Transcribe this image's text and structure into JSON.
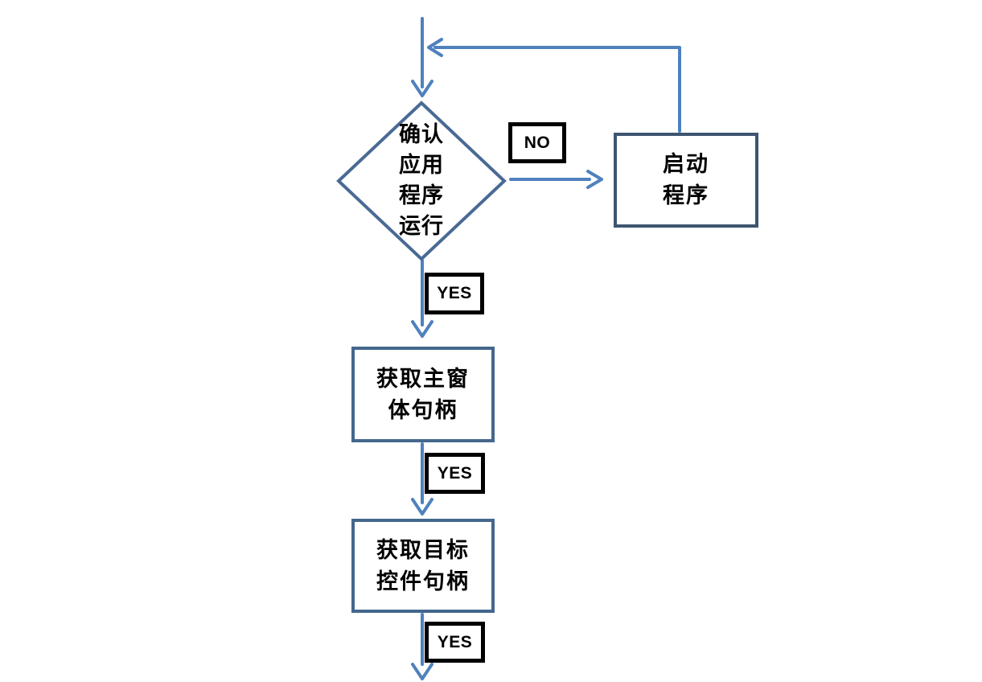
{
  "diagram": {
    "colors": {
      "background": "#ffffff",
      "connector": "#4f81bd",
      "decision_border": "#4a6a94",
      "process_border": "#44678d",
      "start_border": "#3d5570",
      "label_border": "#000000",
      "text": "#000000"
    },
    "nodes": {
      "decision": {
        "text": "确认应用程序运行",
        "lines": [
          "确认",
          "应用",
          "程序",
          "运行"
        ]
      },
      "start_program": {
        "text": "启动程序",
        "lines": [
          "启动",
          "程序"
        ]
      },
      "get_main_window_handle": {
        "text": "获取主窗体句柄",
        "lines": [
          "获取主窗",
          "体句柄"
        ]
      },
      "get_target_control_handle": {
        "text": "获取目标控件句柄",
        "lines": [
          "获取目标",
          "控件句柄"
        ]
      }
    },
    "labels": {
      "no": "NO",
      "yes_1": "YES",
      "yes_2": "YES",
      "yes_3": "YES"
    }
  }
}
